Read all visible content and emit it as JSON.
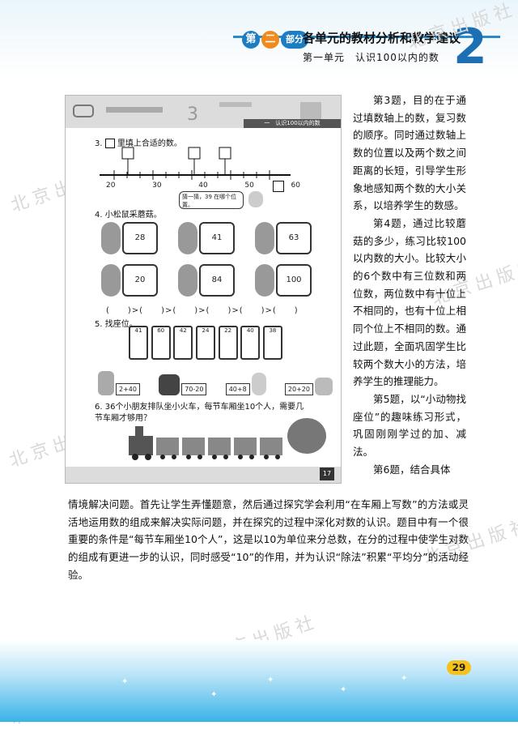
{
  "header": {
    "part_chars": [
      "第",
      "二",
      "部分"
    ],
    "title": "各单元的教材分析和教学建议",
    "subtitle": "第一单元　认识100以内的数",
    "big_number": "2"
  },
  "watermark": "北京出版社",
  "textbook": {
    "strip_label": "一　认识100以内的数",
    "q3": {
      "label": "3.",
      "prompt": "里填上合适的数。",
      "ticks": [
        "20",
        "30",
        "40",
        "50",
        "60"
      ],
      "bubble": "猜一猜，39 在哪个位置。"
    },
    "q4": {
      "label": "4.",
      "prompt": "小松鼠采蘑菇。",
      "baskets_row1": [
        "28",
        "41",
        "63"
      ],
      "baskets_row2": [
        "20",
        "84",
        "100"
      ],
      "compare": "(　　)>(　　)>(　　)>(　　)>(　　)>(　　)"
    },
    "q5": {
      "label": "5.",
      "prompt": "找座位。",
      "seats": [
        "41",
        "60",
        "42",
        "24",
        "22",
        "40",
        "38"
      ],
      "cards": [
        "2+40",
        "70-20",
        "40+8",
        "20+20"
      ]
    },
    "q6": {
      "label": "6.",
      "prompt": "36个小朋友排队坐小火车，每节车厢坐10个人，需要几节车厢才够用？"
    },
    "page_number": "17"
  },
  "right_column": [
    "第3题，目的在于通过填数轴上的数，复习数的顺序。同时通过数轴上数的位置以及两个数之间距离的长短，引导学生形象地感知两个数的大小关系，以培养学生的数感。",
    "第4题，通过比较蘑菇的多少，练习比较100以内数的大小。比较大小的6个数中有三位数和两位数，两位数中有十位上不相同的，也有十位上相同个位上不相同的数。通过此题，全面巩固学生比较两个数大小的方法，培养学生的推理能力。",
    "第5题，以“小动物找座位”的趣味练习形式，巩固刚刚学过的加、减法。",
    "第6题，结合具体"
  ],
  "bottom_paragraph": "情境解决问题。首先让学生弄懂题意，然后通过探究学会利用“在车厢上写数”的方法或灵活地运用数的组成来解决实际问题，并在探究的过程中深化对数的认识。题目中有一个很重要的条件是“每节车厢坐10个人”，这是以10为单位来分总数，在分的过程中使学生对数的组成有更进一步的认识，同时感受“10”的作用，并为认识“除法”积累“平均分”的活动经验。",
  "footer": {
    "page_number": "29"
  },
  "colors": {
    "accent_blue": "#1d7dc2",
    "accent_orange": "#f08a1c",
    "footer_blue": "#39b3e8",
    "page_badge": "#f6c21a"
  }
}
